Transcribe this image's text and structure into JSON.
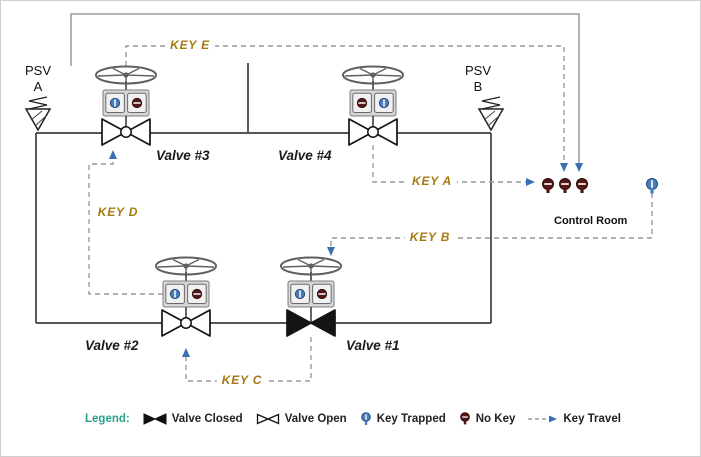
{
  "diagram": {
    "psv_a_label": "PSV A",
    "psv_b_label": "PSV B",
    "control_room_label": "Control Room",
    "valves": [
      {
        "id": "valve-1",
        "label": "Valve #1",
        "state": "closed",
        "left_slot": "key-trapped",
        "right_slot": "no-key"
      },
      {
        "id": "valve-2",
        "label": "Valve #2",
        "state": "open",
        "left_slot": "key-trapped",
        "right_slot": "no-key"
      },
      {
        "id": "valve-3",
        "label": "Valve #3",
        "state": "open",
        "left_slot": "key-trapped",
        "right_slot": "no-key"
      },
      {
        "id": "valve-4",
        "label": "Valve #4",
        "state": "open",
        "left_slot": "no-key",
        "right_slot": "key-trapped"
      }
    ],
    "key_routes": [
      {
        "label": "KEY A",
        "from": "valve-4",
        "to": "control-room"
      },
      {
        "label": "KEY B",
        "from": "control-room",
        "to": "valve-1"
      },
      {
        "label": "KEY C",
        "from": "valve-1",
        "to": "valve-2"
      },
      {
        "label": "KEY D",
        "from": "valve-2",
        "to": "valve-3"
      },
      {
        "label": "KEY E",
        "from": "valve-3",
        "to": "control-room"
      }
    ],
    "control_room_keys": {
      "no_key_count": 3,
      "key_trapped_count": 1
    }
  },
  "legend": {
    "title": "Legend:",
    "items": [
      {
        "icon": "valve-closed-icon",
        "label": "Valve Closed"
      },
      {
        "icon": "valve-open-icon",
        "label": "Valve Open"
      },
      {
        "icon": "key-trapped-icon",
        "label": "Key Trapped"
      },
      {
        "icon": "no-key-icon",
        "label": "No Key"
      },
      {
        "icon": "key-travel-icon",
        "label": "Key Travel"
      }
    ]
  },
  "colors": {
    "key_label": "#a5790f",
    "legend_title": "#2aa08a",
    "key_trapped": "#4a7ebb",
    "no_key": "#571616",
    "key_travel_dash": "#9a9a9a",
    "arrow": "#3a6fb5",
    "pipe": "#3f3f3f"
  }
}
